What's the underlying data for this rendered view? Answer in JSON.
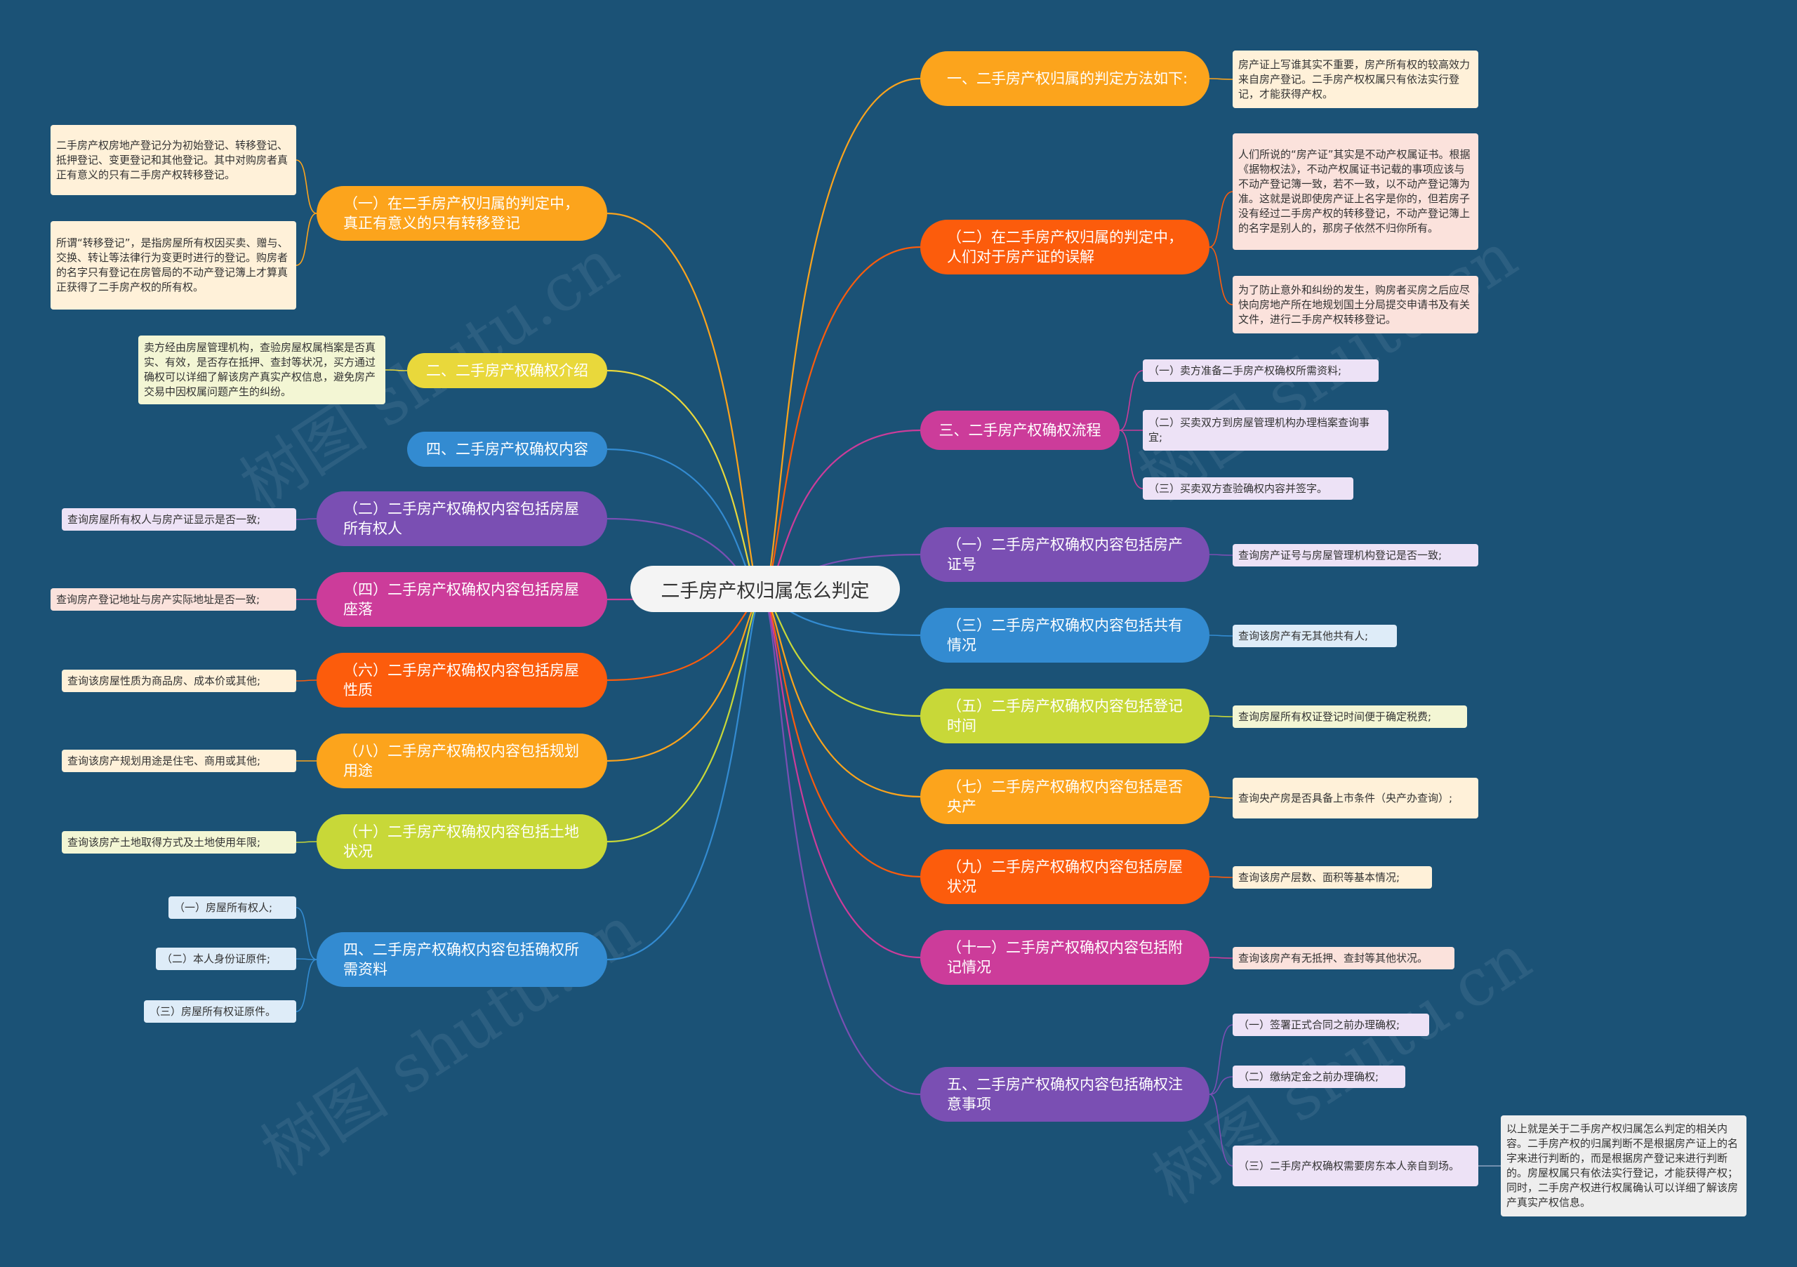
{
  "center": {
    "label": "二手房产权归属怎么判定"
  },
  "watermark": "树图 shutu.cn",
  "colors": {
    "background": "#1b5276",
    "orange": "#fca41c",
    "redorange": "#fc5c0c",
    "magenta": "#cc3c9a",
    "purple": "#7a4fb3",
    "blue": "#338bd1",
    "lime": "#c8d838",
    "yellow": "#e9d83b",
    "leaf_orange": "#fff1d9",
    "leaf_pink": "#fbe2dc",
    "leaf_lav": "#ede2f6",
    "leaf_blue": "#deecf8",
    "leaf_lime": "#f3f6d4",
    "leaf_gray": "#eeeeee"
  },
  "branches": [
    {
      "id": "r1",
      "color": "orange",
      "label": "一、二手房产权归属的判定方法如下:"
    },
    {
      "id": "r2",
      "color": "redorange",
      "label": "（二）在二手房产权归属的判定中，人们对于房产证的误解"
    },
    {
      "id": "r3",
      "color": "magenta",
      "label": "三、二手房产权确权流程"
    },
    {
      "id": "r4",
      "color": "purple",
      "label": "（一）二手房产权确权内容包括房产证号"
    },
    {
      "id": "r5",
      "color": "blue",
      "label": "（三）二手房产权确权内容包括共有情况"
    },
    {
      "id": "r6",
      "color": "lime",
      "label": "（五）二手房产权确权内容包括登记时间"
    },
    {
      "id": "r7",
      "color": "orange",
      "label": "（七）二手房产权确权内容包括是否央产"
    },
    {
      "id": "r8",
      "color": "redorange",
      "label": "（九）二手房产权确权内容包括房屋状况"
    },
    {
      "id": "r9",
      "color": "magenta",
      "label": "（十一）二手房产权确权内容包括附记情况"
    },
    {
      "id": "r10",
      "color": "purple",
      "label": "五、二手房产权确权内容包括确权注意事项"
    },
    {
      "id": "l1",
      "color": "orange",
      "label": "（一）在二手房产权归属的判定中，真正有意义的只有转移登记"
    },
    {
      "id": "l2",
      "color": "yellow",
      "label": "二、二手房产权确权介绍"
    },
    {
      "id": "l3",
      "color": "blue",
      "label": "四、二手房产权确权内容"
    },
    {
      "id": "l4",
      "color": "purple",
      "label": "（二）二手房产权确权内容包括房屋所有权人"
    },
    {
      "id": "l5",
      "color": "magenta",
      "label": "（四）二手房产权确权内容包括房屋座落"
    },
    {
      "id": "l6",
      "color": "redorange",
      "label": "（六）二手房产权确权内容包括房屋性质"
    },
    {
      "id": "l7",
      "color": "orange",
      "label": "（八）二手房产权确权内容包括规划用途"
    },
    {
      "id": "l8",
      "color": "lime",
      "label": "（十）二手房产权确权内容包括土地状况"
    },
    {
      "id": "l9",
      "color": "blue",
      "label": "四、二手房产权确权内容包括确权所需资料"
    }
  ],
  "leaves": [
    {
      "id": "a1",
      "parent": "r1",
      "bg": "leaf_orange",
      "label": "房产证上写谁其实不重要，房产所有权的较高效力来自房产登记。二手房产权权属只有依法实行登记，才能获得产权。"
    },
    {
      "id": "a2",
      "parent": "r2",
      "bg": "leaf_pink",
      "label": "人们所说的“房产证”其实是不动产权属证书。根据《据物权法》，不动产权属证书记载的事项应该与不动产登记簿一致，若不一致，以不动产登记簿为准。这就是说即使房产证上名字是你的，但若房子没有经过二手房产权的转移登记，不动产登记簿上的名字是别人的，那房子依然不归你所有。"
    },
    {
      "id": "a3",
      "parent": "r2",
      "bg": "leaf_pink",
      "label": "为了防止意外和纠纷的发生，购房者买房之后应尽快向房地产所在地规划国土分局提交申请书及有关文件，进行二手房产权转移登记。"
    },
    {
      "id": "a4",
      "parent": "r3",
      "bg": "leaf_lav",
      "label": "（一）卖方准备二手房产权确权所需资料;"
    },
    {
      "id": "a5",
      "parent": "r3",
      "bg": "leaf_lav",
      "label": "（二）买卖双方到房屋管理机构办理档案查询事宜;"
    },
    {
      "id": "a6",
      "parent": "r3",
      "bg": "leaf_lav",
      "label": "（三）买卖双方查验确权内容并签字。"
    },
    {
      "id": "a7",
      "parent": "r4",
      "bg": "leaf_lav",
      "label": "查询房产证号与房屋管理机构登记是否一致;"
    },
    {
      "id": "a8",
      "parent": "r5",
      "bg": "leaf_blue",
      "label": "查询该房产有无其他共有人;"
    },
    {
      "id": "a9",
      "parent": "r6",
      "bg": "leaf_lime",
      "label": "查询房屋所有权证登记时间便于确定税费;"
    },
    {
      "id": "a10",
      "parent": "r7",
      "bg": "leaf_orange",
      "label": "查询央产房是否具备上市条件（央产办查询）;"
    },
    {
      "id": "a11",
      "parent": "r8",
      "bg": "leaf_orange",
      "label": "查询该房产层数、面积等基本情况;"
    },
    {
      "id": "a12",
      "parent": "r9",
      "bg": "leaf_pink",
      "label": "查询该房产有无抵押、查封等其他状况。"
    },
    {
      "id": "a13",
      "parent": "r10",
      "bg": "leaf_lav",
      "label": "（一）签署正式合同之前办理确权;"
    },
    {
      "id": "a14",
      "parent": "r10",
      "bg": "leaf_lav",
      "label": "（二）缴纳定金之前办理确权;"
    },
    {
      "id": "a15",
      "parent": "r10",
      "bg": "leaf_lav",
      "label": "（三）二手房产权确权需要房东本人亲自到场。"
    },
    {
      "id": "a16",
      "parent": "a15",
      "bg": "leaf_gray",
      "label": "以上就是关于二手房产权归属怎么判定的相关内容。二手房产权的归属判断不是根据房产证上的名字来进行判断的，而是根据房产登记来进行判断的。房屋权属只有依法实行登记，才能获得产权；同时，二手房产权进行权属确认可以详细了解该房产真实产权信息。"
    },
    {
      "id": "b1",
      "parent": "l1",
      "bg": "leaf_orange",
      "label": "二手房产权房地产登记分为初始登记、转移登记、抵押登记、变更登记和其他登记。其中对购房者真正有意义的只有二手房产权转移登记。"
    },
    {
      "id": "b2",
      "parent": "l1",
      "bg": "leaf_orange",
      "label": "所谓“转移登记”，是指房屋所有权因买卖、赠与、交换、转让等法律行为变更时进行的登记。购房者的名字只有登记在房管局的不动产登记簿上才算真正获得了二手房产权的所有权。"
    },
    {
      "id": "b3",
      "parent": "l2",
      "bg": "leaf_lime",
      "label": "卖方经由房屋管理机构，查验房屋权属档案是否真实、有效，是否存在抵押、查封等状况，买方通过确权可以详细了解该房产真实产权信息，避免房产交易中因权属问题产生的纠纷。"
    },
    {
      "id": "b4",
      "parent": "l4",
      "bg": "leaf_lav",
      "label": "查询房屋所有权人与房产证显示是否一致;"
    },
    {
      "id": "b5",
      "parent": "l5",
      "bg": "leaf_pink",
      "label": "查询房产登记地址与房产实际地址是否一致;"
    },
    {
      "id": "b6",
      "parent": "l6",
      "bg": "leaf_orange",
      "label": "查询该房屋性质为商品房、成本价或其他;"
    },
    {
      "id": "b7",
      "parent": "l7",
      "bg": "leaf_orange",
      "label": "查询该房产规划用途是住宅、商用或其他;"
    },
    {
      "id": "b8",
      "parent": "l8",
      "bg": "leaf_lime",
      "label": "查询该房产土地取得方式及土地使用年限;"
    },
    {
      "id": "b9",
      "parent": "l9",
      "bg": "leaf_blue",
      "label": "（一）房屋所有权人;"
    },
    {
      "id": "b10",
      "parent": "l9",
      "bg": "leaf_blue",
      "label": "（二）本人身份证原件;"
    },
    {
      "id": "b11",
      "parent": "l9",
      "bg": "leaf_blue",
      "label": "（三）房屋所有权证原件。"
    }
  ]
}
